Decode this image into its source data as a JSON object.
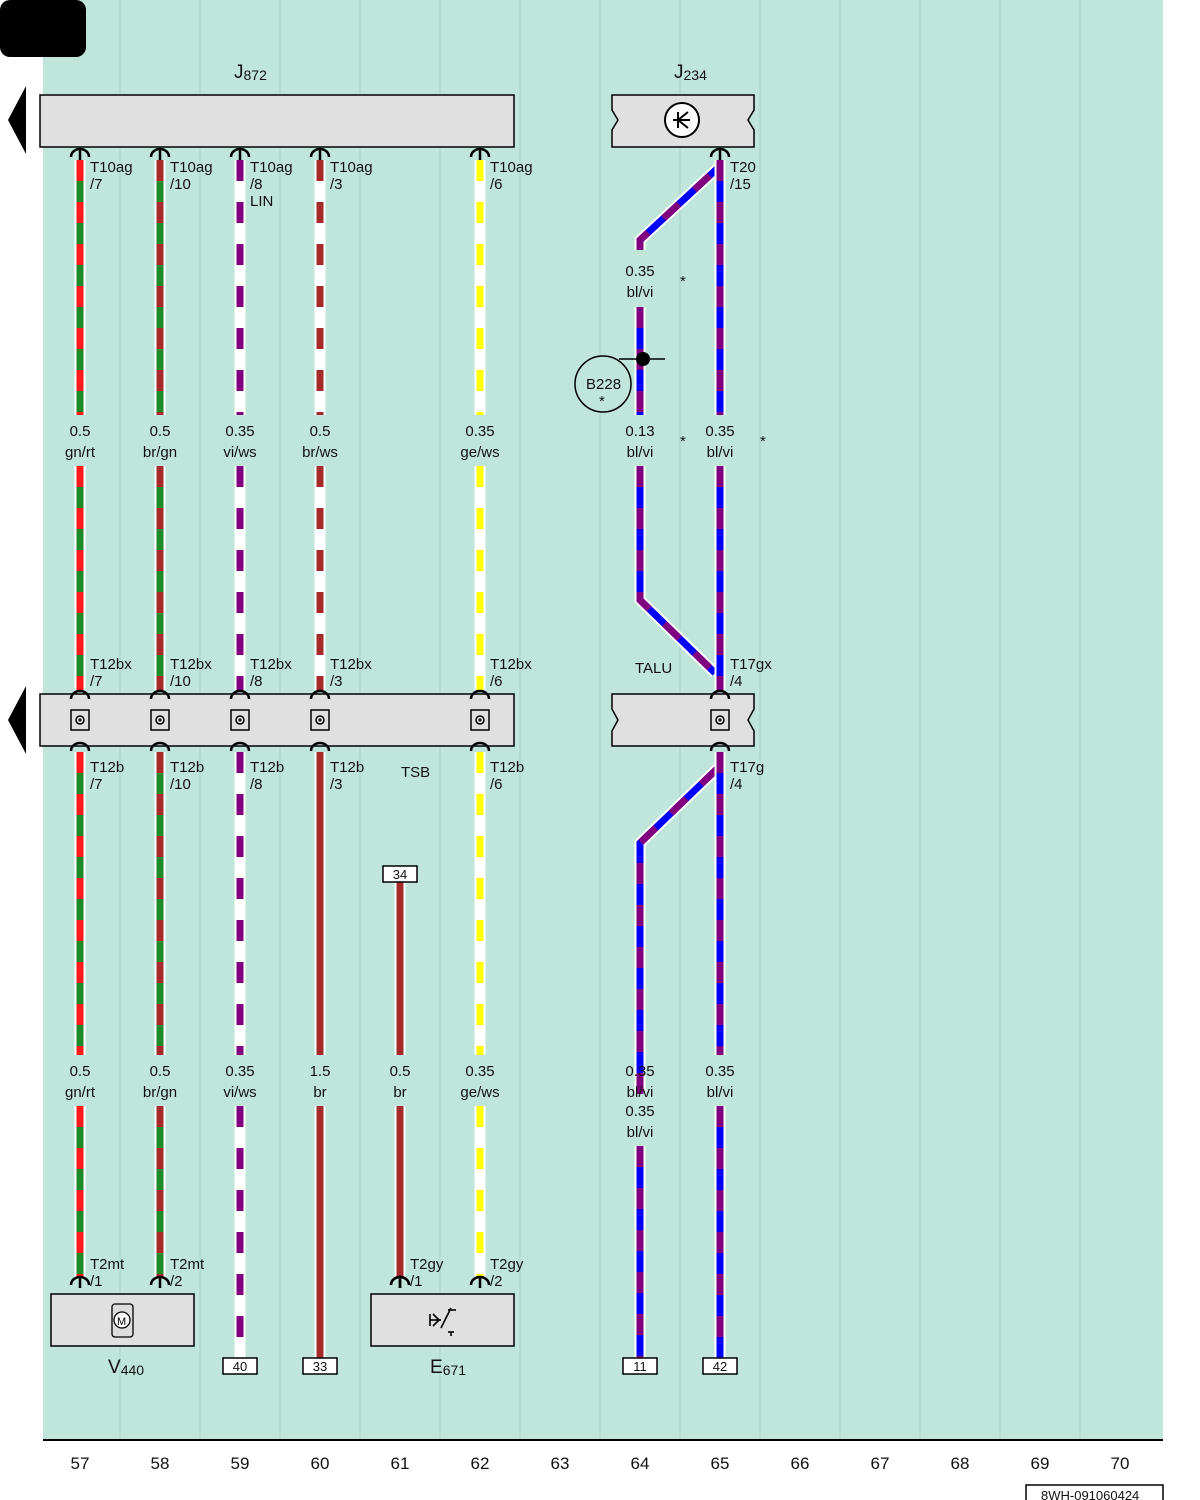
{
  "components": {
    "J872": {
      "main": "J",
      "sub": "872"
    },
    "J234": {
      "main": "J",
      "sub": "234"
    },
    "V440": {
      "main": "V",
      "sub": "440"
    },
    "E671": {
      "main": "E",
      "sub": "671"
    },
    "B228": "B228",
    "TSB": "TSB",
    "TALU": "TALU"
  },
  "colors": {
    "background": "#c0e5da",
    "gn": "#1d8a2a",
    "rt": "#ff1a1a",
    "br": "#a52a2a",
    "vi": "#800080",
    "ws": "#ffffff",
    "ge": "#ffff00",
    "bl": "#0000ff"
  },
  "wires": [
    {
      "col": 57,
      "spec_top": [
        "0.5",
        "gn/rt"
      ],
      "spec_bot": [
        "0.5",
        "gn/rt"
      ],
      "pin1": [
        "T10ag",
        "/7"
      ],
      "pin2": [
        "T12bx",
        "/7"
      ],
      "pin3": [
        "T12b",
        "/7"
      ],
      "pin4": [
        "T2mt",
        "/1"
      ]
    },
    {
      "col": 58,
      "spec_top": [
        "0.5",
        "br/gn"
      ],
      "spec_bot": [
        "0.5",
        "br/gn"
      ],
      "pin1": [
        "T10ag",
        "/10"
      ],
      "pin2": [
        "T12bx",
        "/10"
      ],
      "pin3": [
        "T12b",
        "/10"
      ],
      "pin4": [
        "T2mt",
        "/2"
      ]
    },
    {
      "col": 59,
      "spec_top": [
        "0.35",
        "vi/ws"
      ],
      "spec_bot": [
        "0.35",
        "vi/ws"
      ],
      "pin1": [
        "T10ag",
        "/8",
        "LIN"
      ],
      "pin2": [
        "T12bx",
        "/8"
      ],
      "pin3": [
        "T12b",
        "/8"
      ],
      "ref": "40"
    },
    {
      "col": 60,
      "spec_top": [
        "0.5",
        "br/ws"
      ],
      "spec_bot": [
        "1.5",
        "br"
      ],
      "pin1": [
        "T10ag",
        "/3"
      ],
      "pin2": [
        "T12bx",
        "/3"
      ],
      "pin3": [
        "T12b",
        "/3"
      ],
      "ref": "33"
    },
    {
      "col": 61,
      "spec_bot": [
        "0.5",
        "br"
      ],
      "top_ref": "34",
      "pin4": [
        "T2gy",
        "/1"
      ]
    },
    {
      "col": 62,
      "spec_top": [
        "0.35",
        "ge/ws"
      ],
      "spec_bot": [
        "0.35",
        "ge/ws"
      ],
      "pin1": [
        "T10ag",
        "/6"
      ],
      "pin2": [
        "T12bx",
        "/6"
      ],
      "pin3": [
        "T12b",
        "/6"
      ],
      "pin4": [
        "T2gy",
        "/2"
      ]
    },
    {
      "col": 64,
      "spec_a": [
        "0.35",
        "bl/vi"
      ],
      "spec_top": [
        "0.13",
        "bl/vi"
      ],
      "spec_bot": [
        "0.35",
        "bl/vi"
      ],
      "ref": "11"
    },
    {
      "col": 65,
      "spec_top": [
        "0.35",
        "bl/vi"
      ],
      "spec_bot": [
        "0.35",
        "bl/vi"
      ],
      "pin1": [
        "T20",
        "/15"
      ],
      "pin2": [
        "T17gx",
        "/4"
      ],
      "pin3": [
        "T17g",
        "/4"
      ],
      "ref": "42"
    }
  ],
  "asterisk": "*",
  "columns": [
    "57",
    "58",
    "59",
    "60",
    "61",
    "62",
    "63",
    "64",
    "65",
    "66",
    "67",
    "68",
    "69",
    "70"
  ],
  "footer_code": "8WH-091060424"
}
